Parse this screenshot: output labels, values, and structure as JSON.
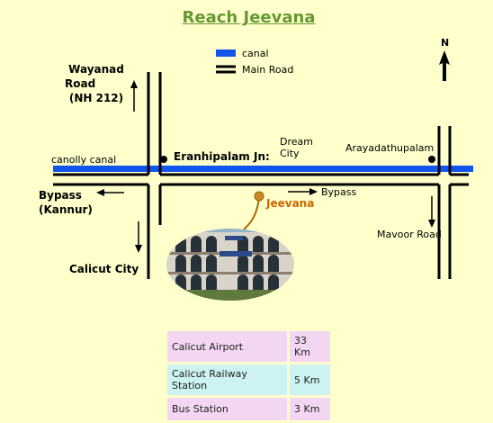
{
  "title": "Reach Jeevana",
  "legend": {
    "canal": "canal",
    "main_road": "Main Road",
    "canal_color": "#1155ee"
  },
  "north": "N",
  "labels": {
    "wayanad_1": "Wayanad",
    "wayanad_2": "Road",
    "wayanad_3": "(NH 212)",
    "canolly": "canolly canal",
    "eranhipalam": "Eranhipalam Jn:",
    "dream_1": "Dream",
    "dream_2": "City",
    "arayada": "Arayadathupalam",
    "bypass_left_1": "Bypass",
    "bypass_left_2": "(Kannur)",
    "bypass_right": "Bypass",
    "jeevana": "Jeevana",
    "mavoor": "Mavoor Road",
    "calicut": "Calicut City"
  },
  "distances": [
    {
      "place": "Calicut Airport",
      "distance": "33 Km"
    },
    {
      "place": "Calicut Railway Station",
      "distance": "5 Km"
    },
    {
      "place": "Bus Station",
      "distance": "3 Km"
    }
  ]
}
